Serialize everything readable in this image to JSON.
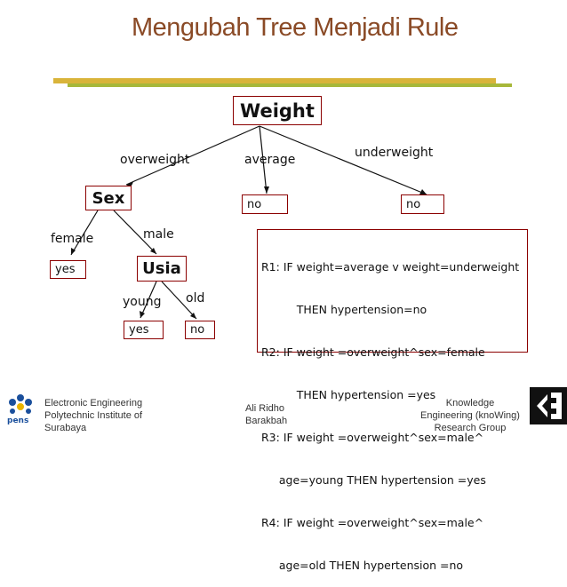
{
  "title": "Mengubah Tree Menjadi Rule",
  "tree": {
    "root": "Weight",
    "edges_root": [
      "overweight",
      "average",
      "underweight"
    ],
    "sex": "Sex",
    "edges_sex": [
      "female",
      "male"
    ],
    "usia": "Usia",
    "edges_usia": [
      "young",
      "old"
    ],
    "leaves": {
      "average_no": "no",
      "underweight_no": "no",
      "female_yes": "yes",
      "young_yes": "yes",
      "old_no": "no"
    }
  },
  "rules": [
    "R1: IF weight=average v weight=underweight",
    "          THEN hypertension=no",
    "R2: IF weight =overweight^sex=female",
    "          THEN hypertension =yes",
    "R3: IF weight =overweight^sex=male^",
    "     age=young THEN hypertension =yes",
    "R4: IF weight =overweight^sex=male^",
    "     age=old THEN hypertension =no"
  ],
  "footer": {
    "left_line1": "Electronic Engineering",
    "left_line2": "Polytechnic Institute of",
    "left_line3": "Surabaya",
    "center_line1": "Ali Ridho",
    "center_line2": "Barakbah",
    "right_line1": "Knowledge",
    "right_line2": "Engineering (knoWing)",
    "right_line3": "Research Group",
    "logo_text": "pens"
  },
  "colors": {
    "title": "#8a4a26",
    "node_border": "#8b0000",
    "title_bar_gold": "#d9b43a",
    "title_bar_green": "#a7b83a"
  }
}
